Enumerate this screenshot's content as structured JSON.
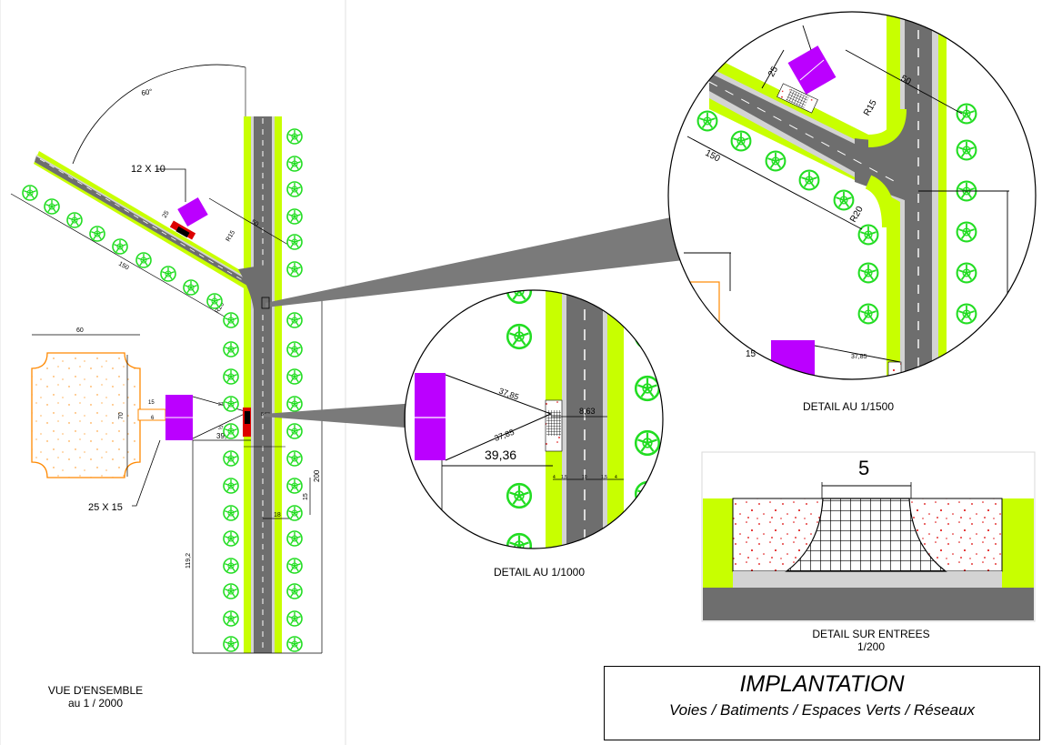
{
  "colors": {
    "green": "#c8ff00",
    "road": "#6e6e6e",
    "sidewalk": "#d3d3d3",
    "violet": "#bb00ff",
    "tree": "#22dd22",
    "orange": "#ff8800",
    "paving_red": "#dd0000"
  },
  "overview": {
    "caption": [
      "VUE D'ENSEMBLE",
      "au 1 / 2000"
    ],
    "dims": {
      "angle": "60°",
      "branch_building": "12 X 10",
      "branch_25": "25",
      "branch_50": "50",
      "branch_r15": "R15",
      "branch_150": "150",
      "branch_r20": "R20",
      "plot_60": "60",
      "plot_70": "70",
      "bld_15": "15",
      "bld_6": "6",
      "bld_37_top": "37,85",
      "bld_37_bot": "37,85",
      "bld_863": "8,63",
      "bld_3936": "39,36",
      "road_15": "15",
      "road_18": "18",
      "road_200": "200",
      "road_1192": "119,2",
      "main_building": "25 X 15"
    }
  },
  "detail_1000": {
    "caption": "DETAIL AU 1/1000",
    "dims": {
      "d1": "37,85",
      "d2": "37,85",
      "d3": "8,63",
      "d4": "39,36",
      "w1": "4",
      "w2": "1,5",
      "w3": "10",
      "w4": "1,5",
      "w5": "4"
    }
  },
  "detail_1500": {
    "caption": "DETAIL AU 1/1500",
    "dims": {
      "d25": "25",
      "d50": "50",
      "r15": "R15",
      "d150": "150",
      "r20": "R20",
      "d15": "15",
      "d37": "37,85"
    }
  },
  "detail_entrees": {
    "caption": [
      "DETAIL SUR ENTREES",
      "1/200"
    ],
    "dim_5": "5"
  },
  "title_block": {
    "title": "IMPLANTATION",
    "subtitle": "Voies / Batiments / Espaces Verts / Réseaux"
  }
}
